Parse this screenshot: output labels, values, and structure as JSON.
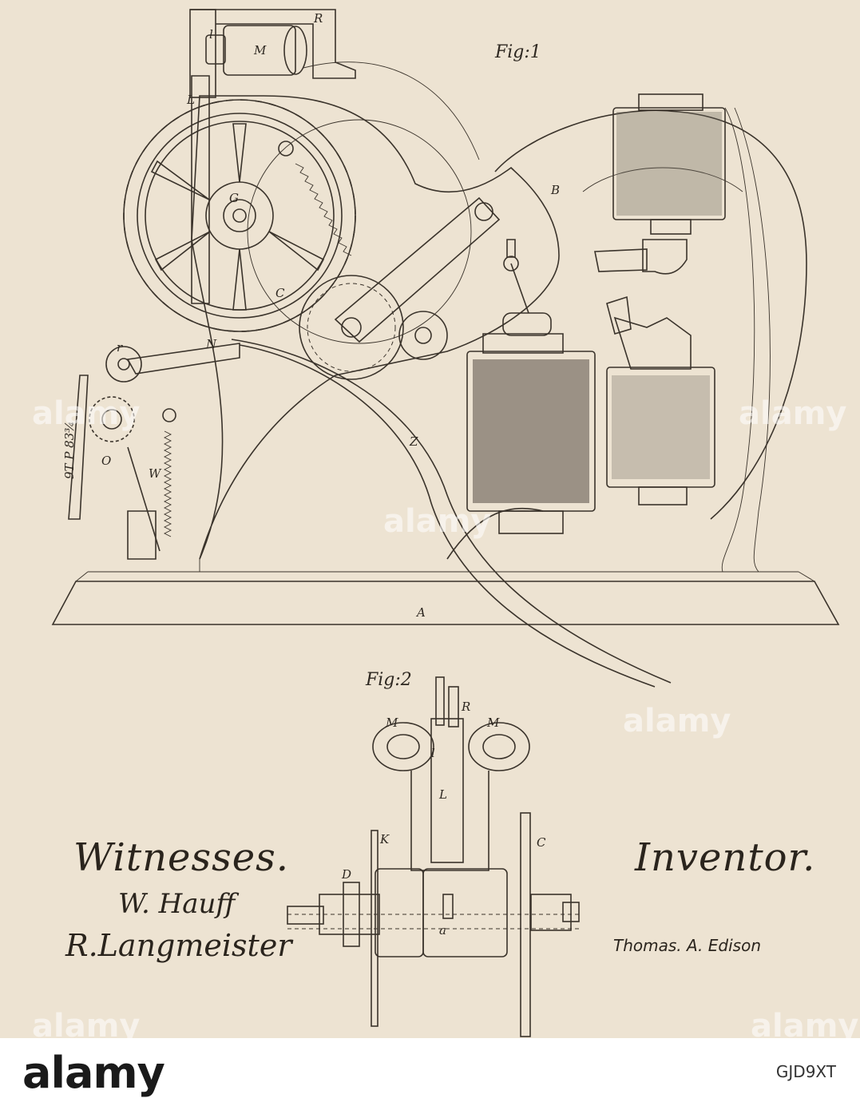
{
  "figures": {
    "fig1_label": "Fig:1",
    "fig2_label": "Fig:2"
  },
  "fig1_labels": {
    "R": "R",
    "M": "M",
    "l": "l",
    "L": "L",
    "B": "B",
    "G": "G",
    "C": "C",
    "r": "r",
    "N": "N",
    "Z": "Z",
    "O": "O",
    "W": "W",
    "A": "A",
    "tape": "9T P 83¾"
  },
  "fig2_labels": {
    "R": "R",
    "M_left": "M",
    "M_right": "M",
    "l": "l",
    "L": "L",
    "K": "K",
    "C": "C",
    "D": "D",
    "a": "a"
  },
  "signatures": {
    "witnesses_heading": "Witnesses.",
    "witness_1": "W. Hauff",
    "witness_2": "R.Langmeister",
    "inventor_heading": "Inventor.",
    "inventor_name": "Thomas. A. Edison"
  },
  "watermark": {
    "text": "alamy"
  },
  "footer": {
    "logo": "alamy",
    "image_id": "GJD9XT"
  },
  "colors": {
    "paper": "#ede3d2",
    "ink": "#3a332b",
    "footer_bg": "#ffffff"
  }
}
